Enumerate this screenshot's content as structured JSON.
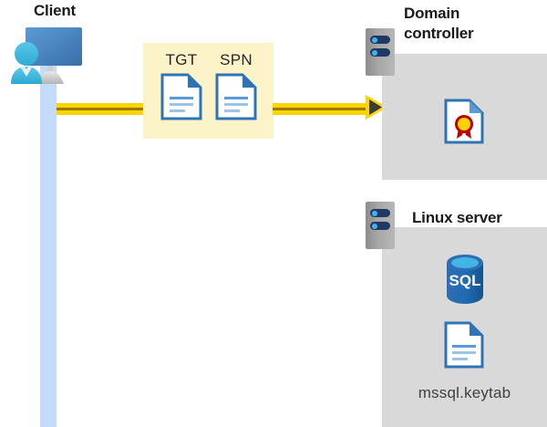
{
  "diagram": {
    "title": "Kerberos authentication flow between client, domain controller and Linux server",
    "colors": {
      "wire": "#ffd400",
      "wire_core": "#9c7a00",
      "token_box": "#fdf3c8",
      "panel": "#d9d9d9",
      "lifeline": "#c3dcfb",
      "doc_blue": "#2e74b5",
      "sql_blue": "#1f6bb0",
      "server_navy": "#1f3864",
      "led_blue": "#41b6e6",
      "text_dark": "#1a1a1a",
      "text_gray": "#404040"
    },
    "client": {
      "label": "Client",
      "icon": "user-computer-icon",
      "lifeline": "client-lifeline"
    },
    "message": {
      "box": "token-message-box",
      "tokens": [
        {
          "label": "TGT",
          "icon": "document-icon"
        },
        {
          "label": "SPN",
          "icon": "document-icon"
        }
      ],
      "arrow": "arrow-right-icon"
    },
    "nodes": [
      {
        "id": "domain-controller",
        "title": "Domain\ncontroller",
        "title_line1": "Domain",
        "title_line2": "controller",
        "server_icon": "server-icon",
        "contents": [
          {
            "icon": "certificate-document-icon",
            "label": ""
          }
        ]
      },
      {
        "id": "linux-server",
        "title": "Linux server",
        "server_icon": "server-icon",
        "contents": [
          {
            "icon": "sql-database-icon",
            "label": "SQL"
          },
          {
            "icon": "document-icon",
            "label": "mssql.keytab"
          }
        ]
      }
    ]
  }
}
